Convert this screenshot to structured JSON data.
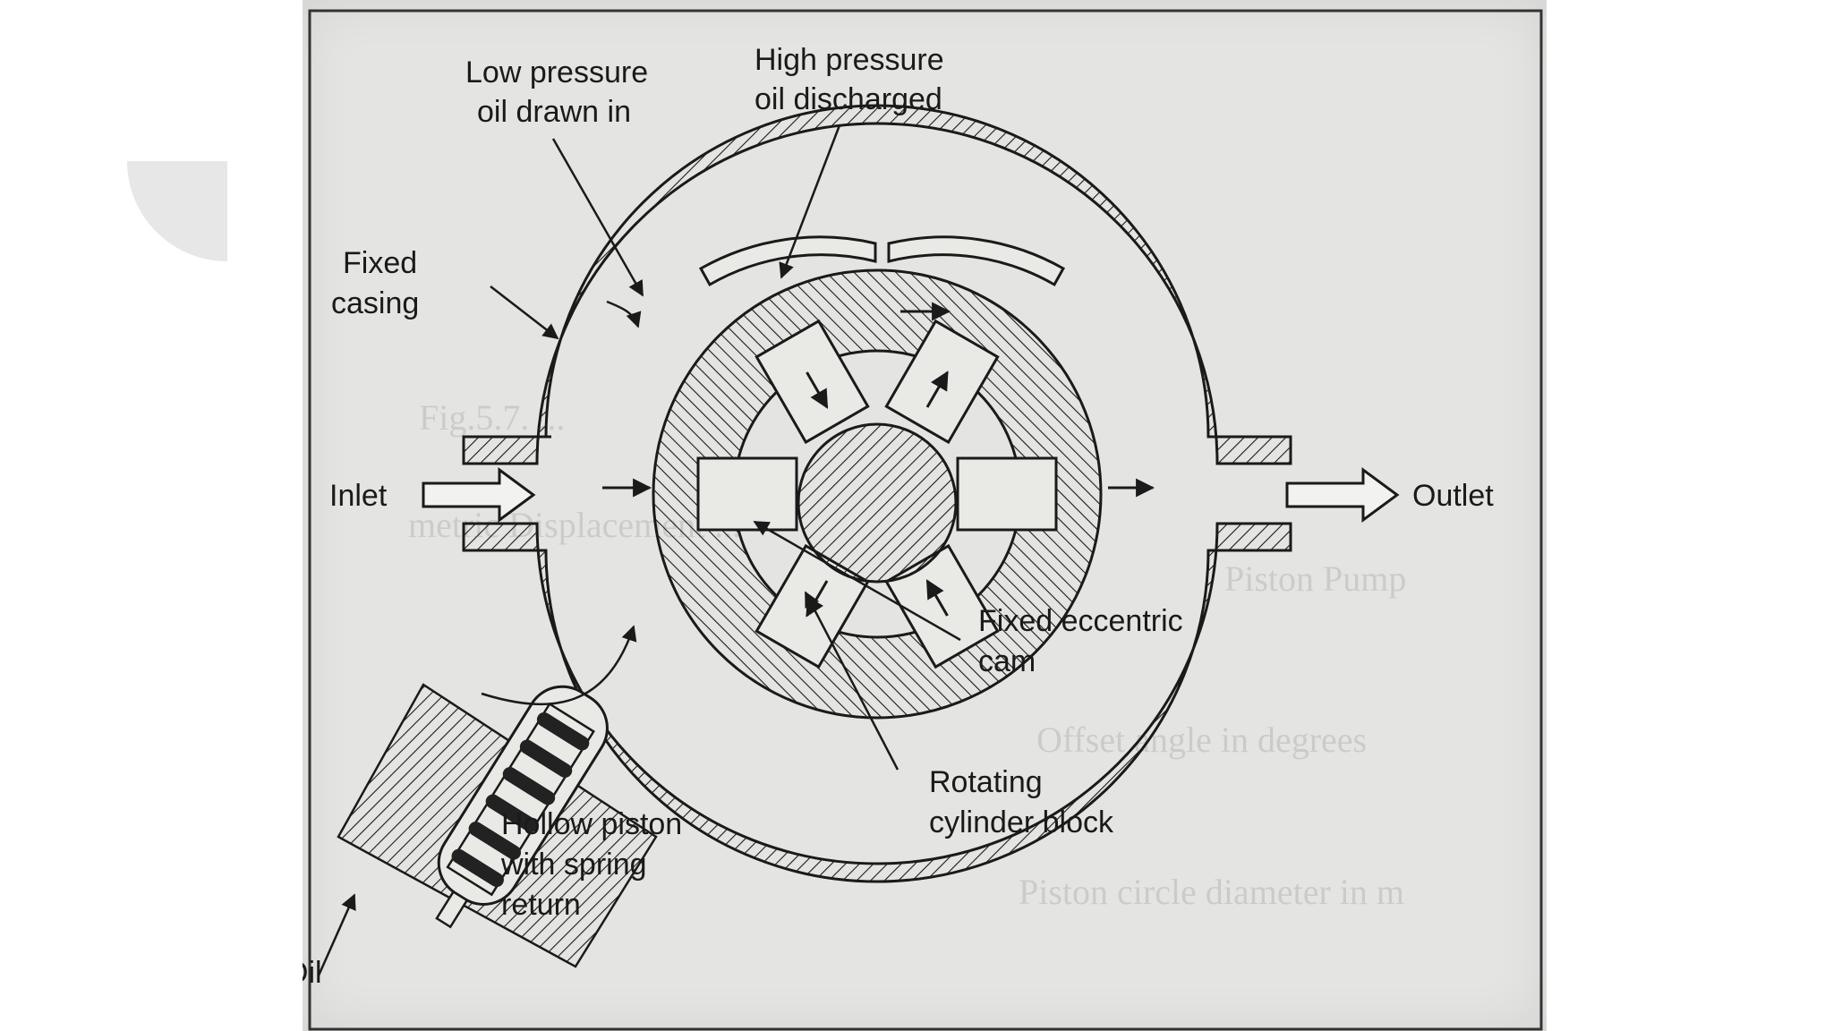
{
  "labels": {
    "low_pressure": [
      "Low pressure",
      "oil drawn in"
    ],
    "high_pressure": [
      "High pressure",
      "oil discharged"
    ],
    "fixed_casing": [
      "Fixed",
      "casing"
    ],
    "inlet": "Inlet",
    "outlet": "Outlet",
    "fixed_cam": [
      "Fixed eccentric",
      "cam"
    ],
    "rotating_block": [
      "Rotating",
      "cylinder block"
    ],
    "hollow_piston": [
      "Hollow piston",
      "with spring",
      "return"
    ],
    "oil": "Oil"
  },
  "colors": {
    "line": "#1a1a1a",
    "paper": "#e4e4e2",
    "casing_fill": "#e9e9e6",
    "spring": "#222222"
  },
  "icons": [
    "flow-arrow-icon",
    "hollow-arrow-icon",
    "spring-icon"
  ]
}
